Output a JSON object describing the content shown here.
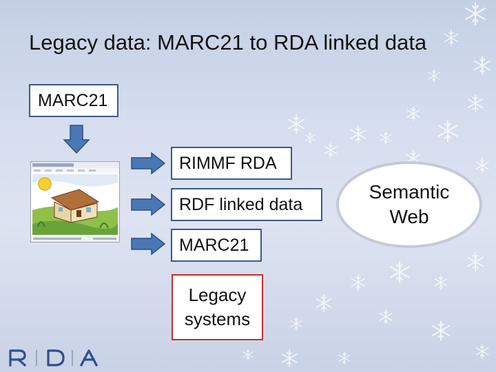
{
  "slide": {
    "title": "Legacy data: MARC21 to RDA linked data"
  },
  "diagram": {
    "source_box": "MARC21",
    "outputs": [
      "RIMMF RDA",
      "RDF linked data",
      "MARC21"
    ],
    "legacy_box": [
      "Legacy",
      "systems"
    ],
    "semantic_web": [
      "Semantic",
      "Web"
    ]
  },
  "colors": {
    "box_border": "#3b5a86",
    "arrow_fill": "#4a78b5",
    "legacy_border": "#c0302a",
    "ellipse_border": "#c4c9d8"
  },
  "icons": {
    "thumbnail": "rimmf-screenshot-house-image",
    "logo": "rda-logo"
  }
}
